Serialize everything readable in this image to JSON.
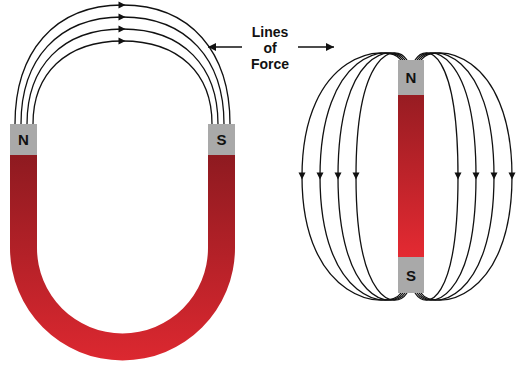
{
  "diagram": {
    "nodes": [
      {
        "text": [
          "N"
        ]
      },
      {
        "text": [
          "S"
        ]
      },
      {
        "text": [
          "N"
        ]
      },
      {
        "text": [
          "S"
        ]
      }
    ],
    "edges": [
      {
        "from": 0,
        "to": 1,
        "arrow": "to"
      },
      {
        "from": 0,
        "to": 1,
        "arrow": "to"
      },
      {
        "from": 0,
        "to": 1,
        "arrow": "to"
      },
      {
        "from": 0,
        "to": 1,
        "arrow": "to"
      },
      {
        "from": 2,
        "to": 3,
        "arrow": "to"
      },
      {
        "from": 2,
        "to": 3,
        "arrow": "to"
      },
      {
        "from": 2,
        "to": 3,
        "arrow": "to"
      },
      {
        "from": 2,
        "to": 3,
        "arrow": "to"
      },
      {
        "from": 2,
        "to": 3,
        "arrow": "to"
      },
      {
        "from": 2,
        "to": 3,
        "arrow": "to"
      },
      {
        "from": 2,
        "to": 3,
        "arrow": "to"
      },
      {
        "from": 2,
        "to": 3,
        "arrow": "to"
      }
    ],
    "labels": [
      "Lines of Force"
    ]
  }
}
